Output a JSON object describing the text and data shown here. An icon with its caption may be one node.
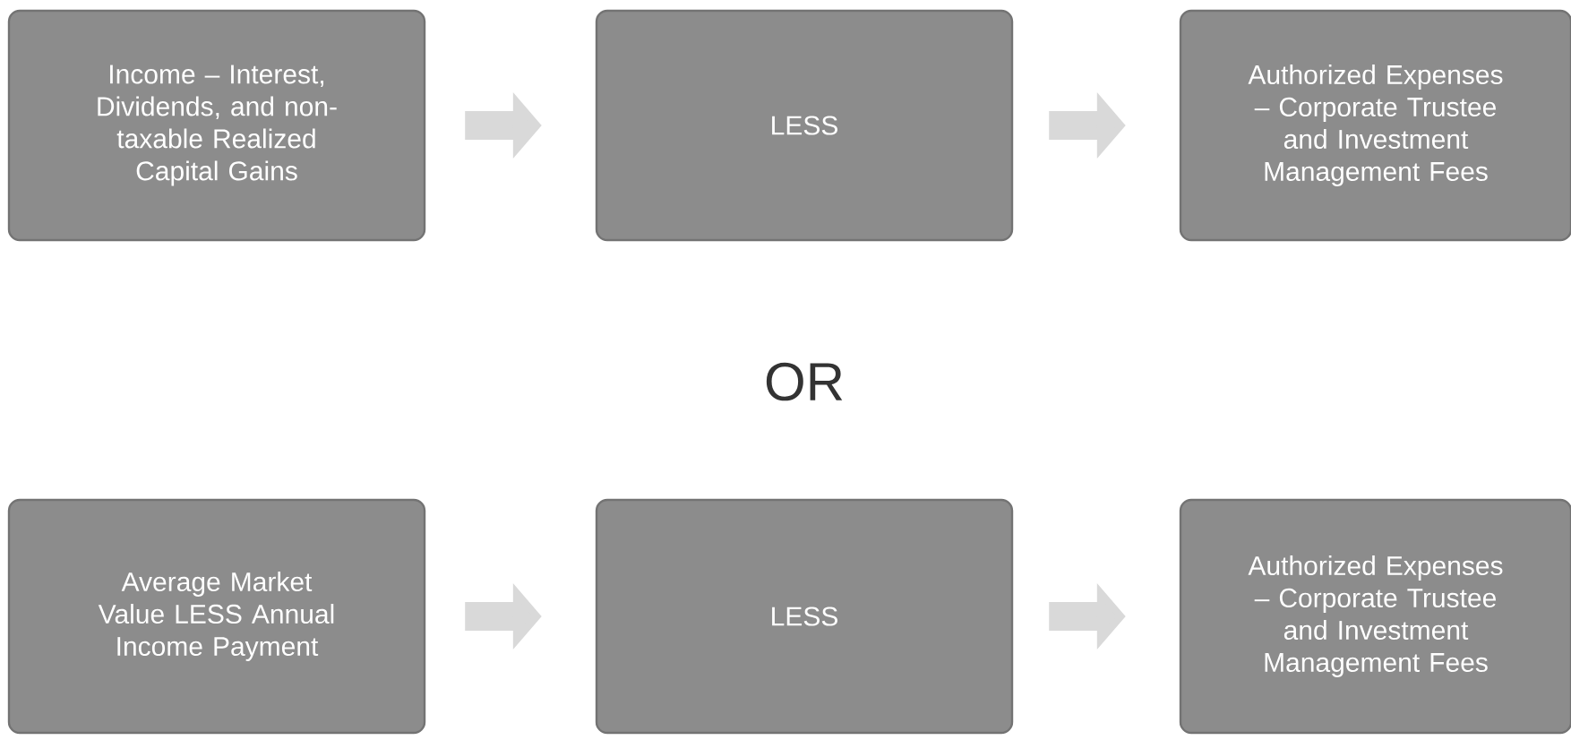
{
  "diagram": {
    "nodes": [
      {
        "text": [
          "Income – Interest, Dividends, and non-taxable Realized Capital Gains"
        ]
      },
      {
        "text": [
          "LESS"
        ]
      },
      {
        "text": [
          "Authorized Expenses – Corporate Trustee and Investment Management Fees"
        ]
      },
      {
        "text": [
          "Average Market Value LESS Annual Income Payment"
        ]
      },
      {
        "text": [
          "LESS"
        ]
      },
      {
        "text": [
          "Authorized Expenses – Corporate Trustee and Investment Management Fees"
        ]
      }
    ],
    "edges": [
      {
        "from": 0,
        "to": 1,
        "arrow": "to"
      },
      {
        "from": 1,
        "to": 2,
        "arrow": "to"
      },
      {
        "from": 3,
        "to": 4,
        "arrow": "to"
      },
      {
        "from": 4,
        "to": 5,
        "arrow": "to"
      }
    ],
    "labels": [
      "OR"
    ]
  }
}
